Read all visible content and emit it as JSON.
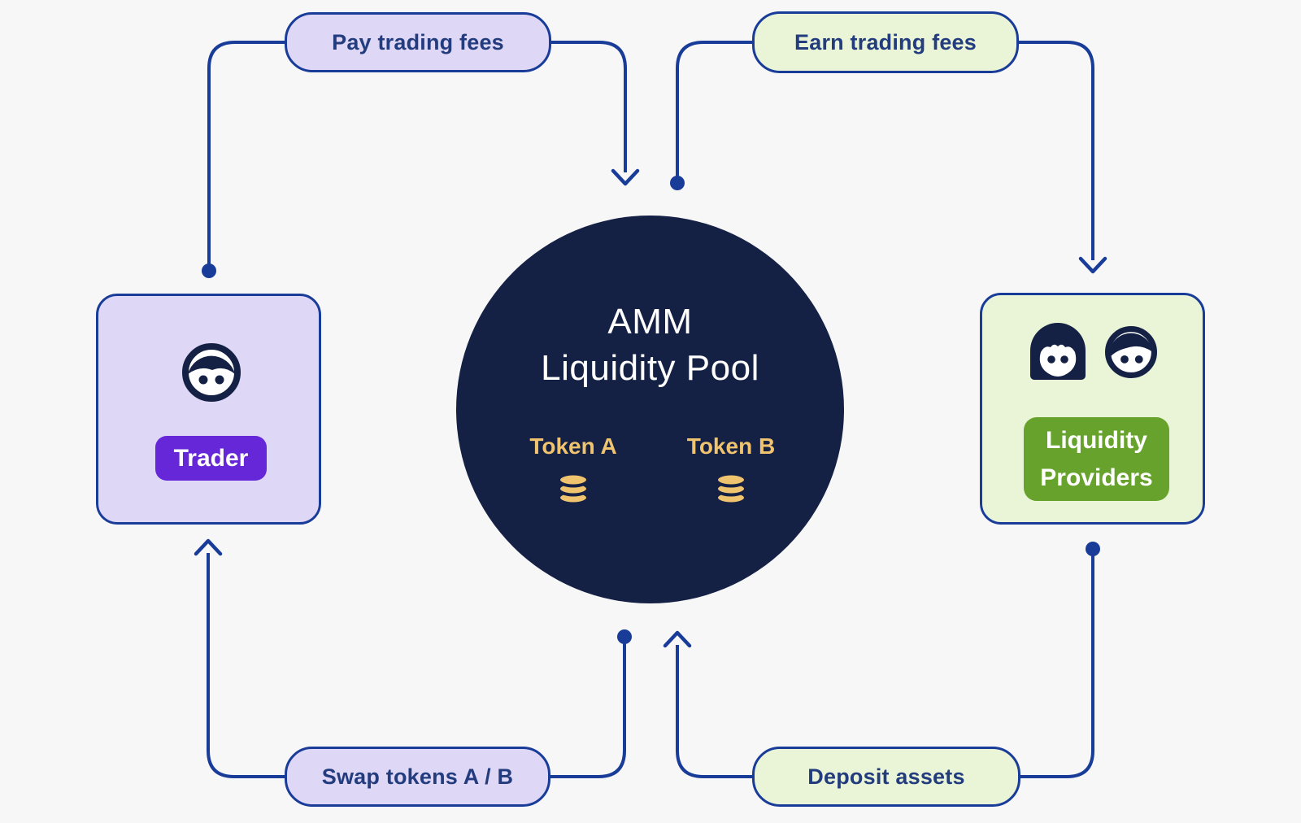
{
  "colors": {
    "background": "#f7f7f8",
    "connector": "#1a3c99",
    "lavender_fill": "#ded7f6",
    "green_fill": "#eaf5d8",
    "navy_circle": "#142145",
    "text_navy": "#223c7e",
    "token_gold": "#f0c36e",
    "trader_badge_purple": "#6527d8",
    "lp_badge_green": "#67a32c",
    "white": "#ffffff"
  },
  "pool": {
    "title_line1": "AMM",
    "title_line2": "Liquidity Pool",
    "tokens": [
      {
        "label": "Token A",
        "icon": "coin-stack-icon"
      },
      {
        "label": "Token B",
        "icon": "coin-stack-icon"
      }
    ]
  },
  "trader": {
    "label": "Trader",
    "icon": "person-icon"
  },
  "liquidity_providers": {
    "label_line1": "Liquidity",
    "label_line2": "Providers",
    "icons": [
      "woman-icon",
      "man-icon"
    ]
  },
  "flows": [
    {
      "label": "Pay trading fees",
      "from": "trader",
      "to": "pool"
    },
    {
      "label": "Earn trading fees",
      "from": "pool",
      "to": "liquidity-providers"
    },
    {
      "label": "Swap tokens A / B",
      "from": "pool",
      "to": "trader"
    },
    {
      "label": "Deposit assets",
      "from": "liquidity-providers",
      "to": "pool"
    }
  ]
}
